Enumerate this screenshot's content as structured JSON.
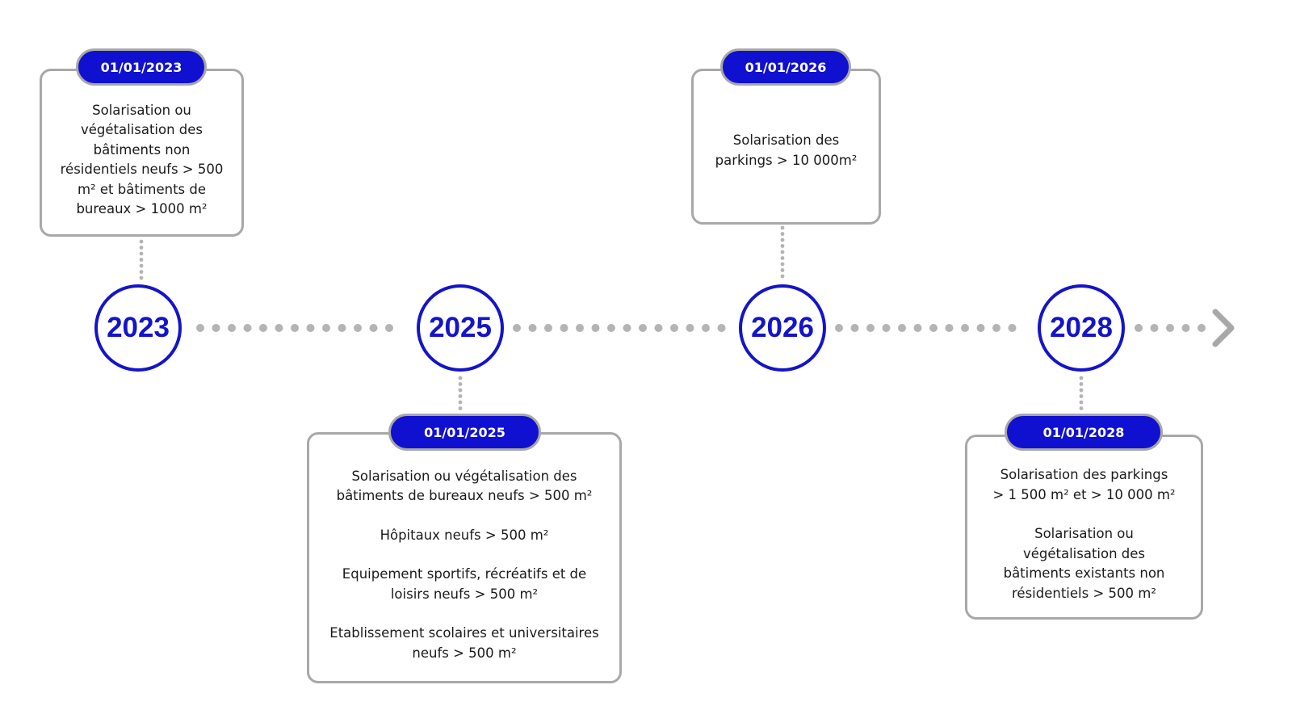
{
  "timeline": {
    "years": [
      {
        "label": "2023"
      },
      {
        "label": "2025"
      },
      {
        "label": "2026"
      },
      {
        "label": "2028"
      }
    ],
    "events": [
      {
        "date": "01/01/2023",
        "paragraphs": [
          "Solarisation ou\nvégétalisation des\nbâtiments non\nrésidentiels neufs > 500\nm² et bâtiments de\nbureaux > 1000 m²"
        ]
      },
      {
        "date": "01/01/2025",
        "paragraphs": [
          "Solarisation ou végétalisation des\nbâtiments de bureaux neufs > 500 m²",
          "Hôpitaux neufs > 500 m²",
          "Equipement sportifs, récréatifs et de\nloisirs neufs > 500 m²",
          "Etablissement scolaires et universitaires\nneufs > 500 m²"
        ]
      },
      {
        "date": "01/01/2026",
        "paragraphs": [
          "Solarisation des\nparkings > 10 000m²"
        ]
      },
      {
        "date": "01/01/2028",
        "paragraphs": [
          "Solarisation des parkings\n> 1 500 m² et > 10 000 m²",
          "Solarisation ou\nvégétalisation des\nbâtiments existants non\nrésidentiels > 500 m²"
        ]
      }
    ]
  },
  "colors": {
    "accent": "#1414c8",
    "pill": "#1010d0",
    "border": "#a8a8a8",
    "dots": "#b4b4b4",
    "arrow": "#a8a8a8"
  }
}
